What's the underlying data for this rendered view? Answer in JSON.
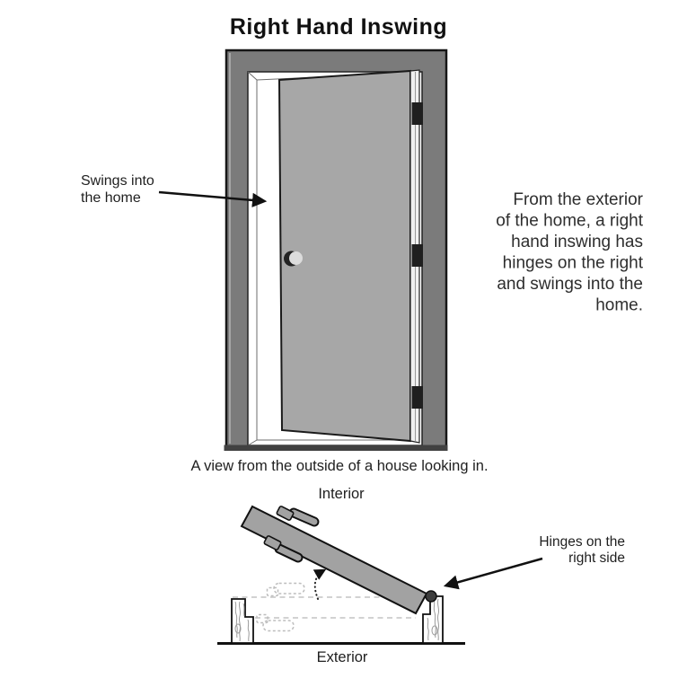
{
  "title": "Right Hand Inswing",
  "front_view": {
    "swing_label": {
      "line1": "Swings into",
      "line2": "the home"
    },
    "description": {
      "line1": "From the exterior",
      "line2": "of the home, a right",
      "line3": "hand inswing has",
      "line4": "hinges on the right",
      "line5": "and swings into the",
      "line6": "home."
    },
    "caption": "A view from the outside of a house looking in."
  },
  "plan_view": {
    "interior_label": "Interior",
    "exterior_label": "Exterior",
    "hinge_label": {
      "line1": "Hinges on the",
      "line2": "right side"
    }
  },
  "colors": {
    "frame": "#7b7b7b",
    "door": "#a7a7a7",
    "door_edge_strip": "#f0f0f0",
    "hinge": "#1f1f1f",
    "sill": "#414141",
    "plan_door": "#a2a2a2",
    "outline": "#161616"
  }
}
